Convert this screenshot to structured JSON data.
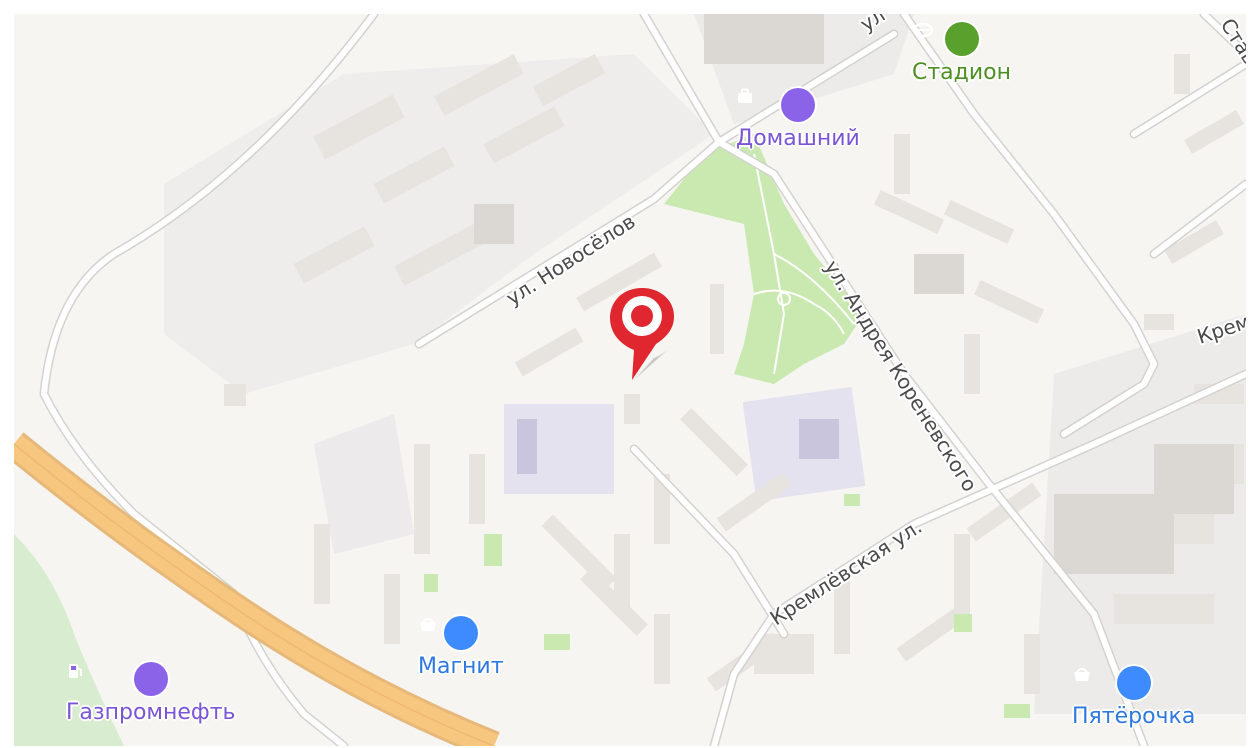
{
  "map": {
    "streets": {
      "novoselov": "ул. Новосёлов",
      "koreneyskogo": "ул. Андрея Кореневского",
      "kremlevskaya": "Кремлёвская ул.",
      "top_right": "Став",
      "top_center": "ул",
      "right_edge": "Крем"
    },
    "pois": [
      {
        "label": "Стадион",
        "icon": "stadium-icon",
        "color": "#5aa02c"
      },
      {
        "label": "Домашний",
        "icon": "shop-bag-icon",
        "color": "#8a63e8"
      },
      {
        "label": "Магнит",
        "icon": "grocery-basket-icon",
        "color": "#3d8bff"
      },
      {
        "label": "Газпромнефть",
        "icon": "fuel-station-icon",
        "color": "#8a63e8"
      },
      {
        "label": "Пятёрочка",
        "icon": "grocery-basket-icon",
        "color": "#3d8bff"
      }
    ],
    "pin": {
      "icon": "location-pin-icon",
      "color": "#e0262e"
    }
  }
}
